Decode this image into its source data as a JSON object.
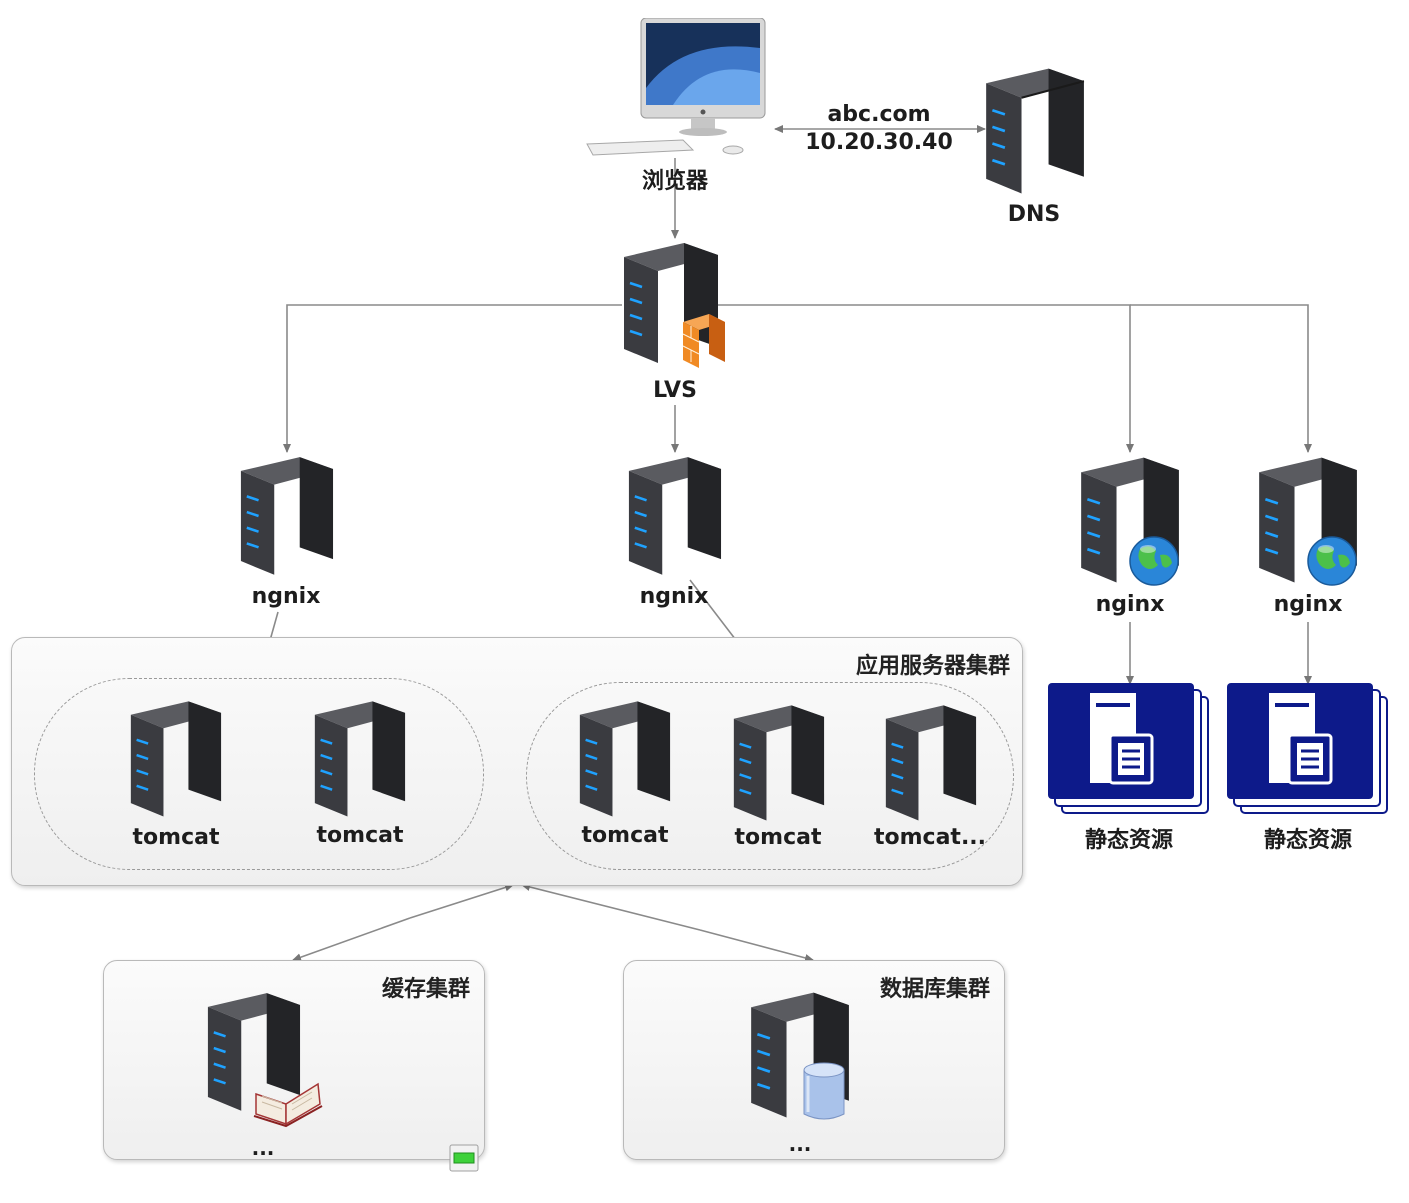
{
  "browser": {
    "label": "浏览器"
  },
  "dns": {
    "label": "DNS",
    "domain": "abc.com",
    "ip": "10.20.30.40"
  },
  "lvs": {
    "label": "LVS"
  },
  "nginx_nodes": [
    "ngnix",
    "ngnix",
    "nginx",
    "nginx"
  ],
  "app_cluster": {
    "title": "应用服务器集群",
    "group1": [
      "tomcat",
      "tomcat"
    ],
    "group2": [
      "tomcat",
      "tomcat",
      "tomcat..."
    ]
  },
  "static_resources": [
    "静态资源",
    "静态资源"
  ],
  "cache_cluster": {
    "title": "缓存集群",
    "node_label": "..."
  },
  "db_cluster": {
    "title": "数据库集群",
    "node_label": "..."
  },
  "colors": {
    "server": "#2e2f33",
    "led": "#1fa2ff",
    "static_bg": "#0d1a8a",
    "firewall": "#f08a24",
    "link": "#777777"
  }
}
